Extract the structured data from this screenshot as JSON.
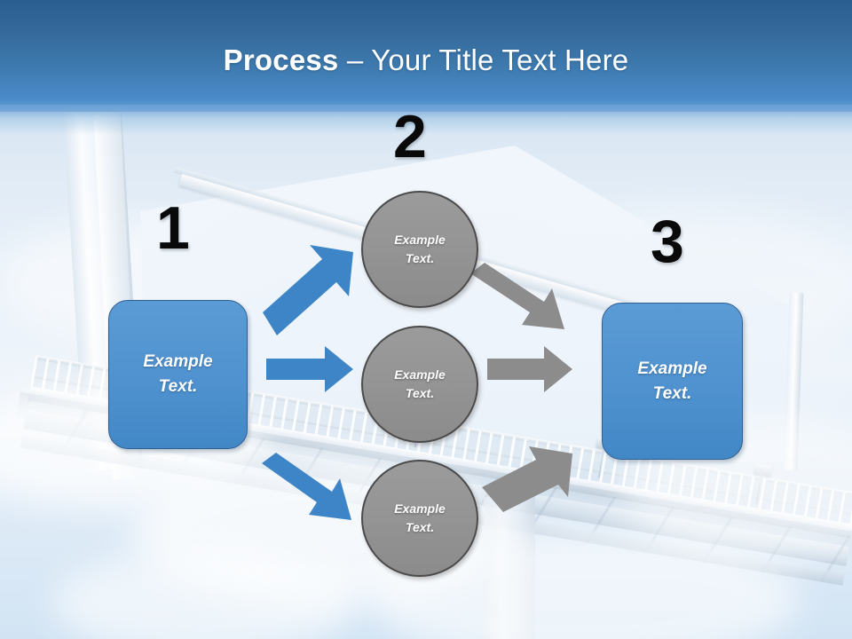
{
  "slide": {
    "title_bold": "Process",
    "title_rest": " – Your Title Text Here",
    "background_description": "billboard-photo"
  },
  "colors": {
    "header_top": "#2b5e90",
    "header_bottom": "#6ba2d6",
    "box_blue": "#5b9bd5",
    "box_blue_border": "#2f5f90",
    "circle_gray": "#949494",
    "circle_gray_border": "#4b4b4b",
    "arrow_blue": "#3d85c6",
    "arrow_gray": "#8c8c8c",
    "numeral_black": "#090909",
    "text_white": "#ffffff"
  },
  "steps": [
    {
      "number": "1",
      "label_line1": "Example",
      "label_line2": "Text."
    },
    {
      "number": "2",
      "label_line1": "Example",
      "label_line2": "Text."
    },
    {
      "number": "3",
      "label_line1": "Example",
      "label_line2": "Text."
    }
  ],
  "start_box": {
    "line1": "Example",
    "line2": "Text."
  },
  "end_box": {
    "line1": "Example",
    "line2": "Text."
  },
  "circles": [
    {
      "id": "top",
      "line1": "Example",
      "line2": "Text."
    },
    {
      "id": "middle",
      "line1": "Example",
      "line2": "Text."
    },
    {
      "id": "bottom",
      "line1": "Example",
      "line2": "Text."
    }
  ],
  "arrows": [
    {
      "id": "blue-up",
      "color": "#3d85c6",
      "direction": "up-right",
      "from": "start-box",
      "to": "circle-top"
    },
    {
      "id": "blue-right",
      "color": "#3d85c6",
      "direction": "right",
      "from": "start-box",
      "to": "circle-middle"
    },
    {
      "id": "blue-down",
      "color": "#3d85c6",
      "direction": "down-right",
      "from": "start-box",
      "to": "circle-bottom"
    },
    {
      "id": "gray-down",
      "color": "#8c8c8c",
      "direction": "down-right",
      "from": "circle-top",
      "to": "end-box"
    },
    {
      "id": "gray-right",
      "color": "#8c8c8c",
      "direction": "right",
      "from": "circle-middle",
      "to": "end-box"
    },
    {
      "id": "gray-up",
      "color": "#8c8c8c",
      "direction": "up-right",
      "from": "circle-bottom",
      "to": "end-box"
    }
  ]
}
